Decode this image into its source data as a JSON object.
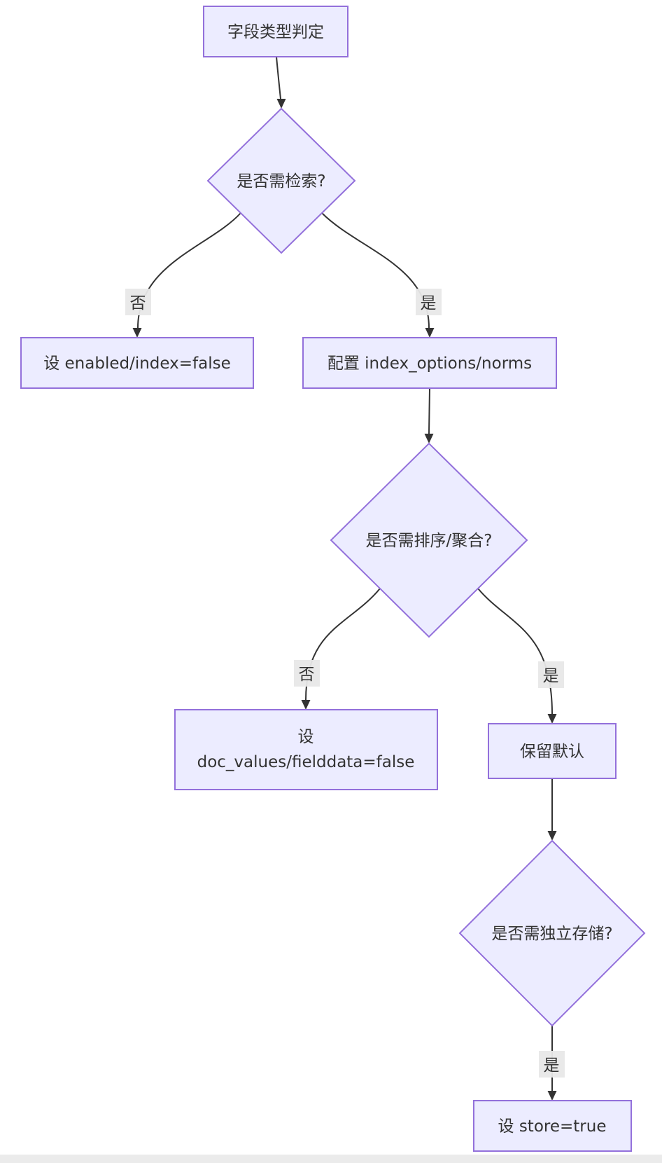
{
  "diagram": {
    "type": "flowchart",
    "direction": "top-down",
    "colors": {
      "node_fill": "#ECECFF",
      "node_border": "#9370DB",
      "edge_line": "#333333",
      "edge_label_bg": "#e8e8e8",
      "text": "#333333"
    },
    "nodes": [
      {
        "id": "A",
        "shape": "rect",
        "label": "字段类型判定"
      },
      {
        "id": "B",
        "shape": "diamond",
        "label": "是否需检索?"
      },
      {
        "id": "C",
        "shape": "rect",
        "label": "设 enabled/index=false"
      },
      {
        "id": "D",
        "shape": "rect",
        "label": "配置 index_options/norms"
      },
      {
        "id": "E",
        "shape": "diamond",
        "label": "是否需排序/聚合?"
      },
      {
        "id": "F",
        "shape": "rect",
        "label": "设 doc_values/fielddata=false",
        "lines": [
          "设",
          "doc_values/fielddata=false"
        ]
      },
      {
        "id": "G",
        "shape": "rect",
        "label": "保留默认"
      },
      {
        "id": "H",
        "shape": "diamond",
        "label": "是否需独立存储?"
      },
      {
        "id": "I",
        "shape": "rect",
        "label": "设 store=true"
      }
    ],
    "edges": [
      {
        "from": "A",
        "to": "B",
        "label": ""
      },
      {
        "from": "B",
        "to": "C",
        "label": "否"
      },
      {
        "from": "B",
        "to": "D",
        "label": "是"
      },
      {
        "from": "D",
        "to": "E",
        "label": ""
      },
      {
        "from": "E",
        "to": "F",
        "label": "否"
      },
      {
        "from": "E",
        "to": "G",
        "label": "是"
      },
      {
        "from": "G",
        "to": "H",
        "label": ""
      },
      {
        "from": "H",
        "to": "I",
        "label": "是"
      }
    ]
  }
}
